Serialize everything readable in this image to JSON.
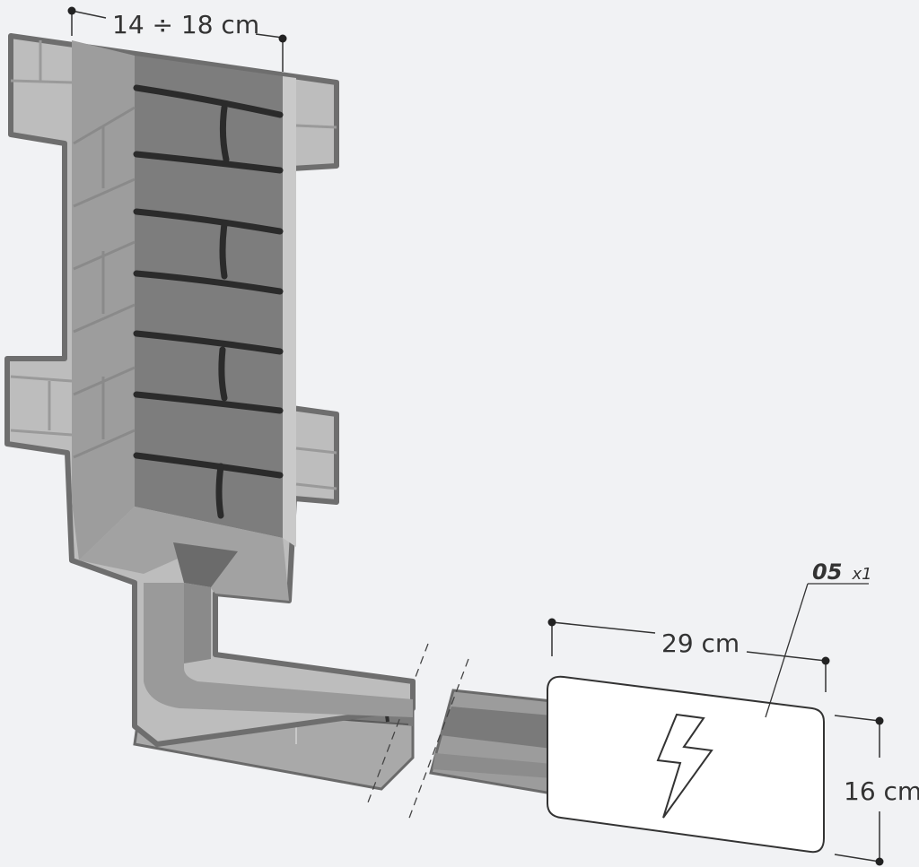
{
  "dimensions": {
    "wall_depth": "14 ÷ 18 cm",
    "box_width": "29 cm",
    "box_height": "16 cm"
  },
  "part": {
    "number": "05",
    "quantity": "x1"
  },
  "icons": {
    "box_symbol": "lightning-bolt-icon"
  },
  "colors": {
    "background": "#f1f2f4",
    "wall_outer": "#b5b5b5",
    "wall_inner": "#7c7c7c",
    "outline": "#666666",
    "box_fill": "#ffffff",
    "text": "#333333"
  }
}
